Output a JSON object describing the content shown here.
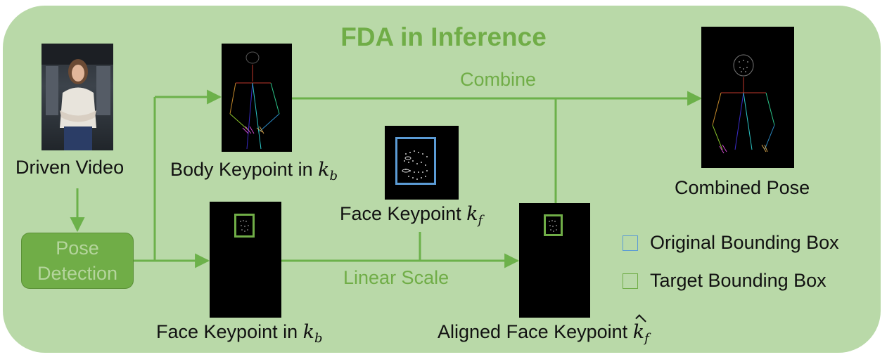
{
  "title": "FDA in Inference",
  "labels": {
    "driven_video": "Driven Video",
    "pose_detection_line1": "Pose",
    "pose_detection_line2": "Detection",
    "body_keypoint": "Body Keypoint in ",
    "body_keypoint_sym": "k",
    "body_keypoint_sub": "b",
    "face_keypoint_kf": "Face Keypoint ",
    "face_keypoint_kf_sym": "k",
    "face_keypoint_kf_sub": "f",
    "face_keypoint_kb": "Face Keypoint in ",
    "face_keypoint_kb_sym": "k",
    "face_keypoint_kb_sub": "b",
    "aligned_face": "Aligned Face Keypoint ",
    "aligned_face_sym": "k",
    "aligned_face_sub": "f",
    "combined_pose": "Combined Pose",
    "combine": "Combine",
    "linear_scale": "Linear Scale"
  },
  "legend": [
    {
      "label": "Original Bounding Box",
      "color": "#5b9bd5"
    },
    {
      "label": "Target Bounding Box",
      "color": "#70ad47"
    }
  ],
  "colors": {
    "panel": "#b9d9a8",
    "accent_green": "#70ad47",
    "arrow": "#6cb14a",
    "original_box": "#5b9bd5",
    "target_box": "#70ad47"
  }
}
